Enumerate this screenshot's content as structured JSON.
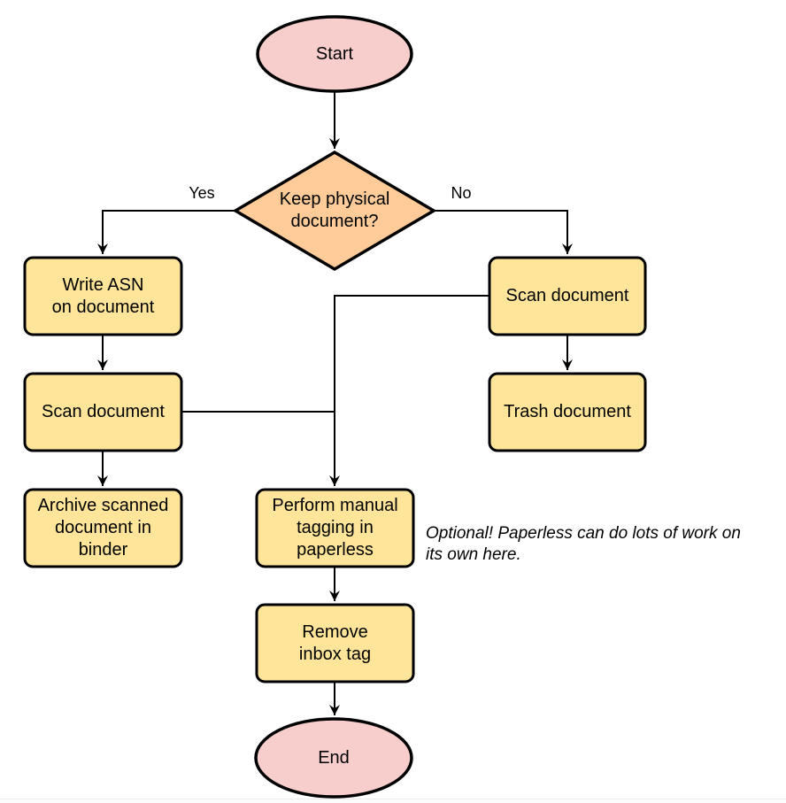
{
  "diagram": {
    "type": "flowchart",
    "nodes": {
      "start": {
        "label": "Start",
        "shape": "ellipse"
      },
      "decision": {
        "label": "Keep physical\ndocument?",
        "shape": "diamond"
      },
      "write_asn": {
        "label": "Write ASN\non document",
        "shape": "process"
      },
      "scan_left": {
        "label": "Scan document",
        "shape": "process"
      },
      "archive": {
        "label": "Archive scanned\ndocument in\nbinder",
        "shape": "process"
      },
      "scan_right": {
        "label": "Scan document",
        "shape": "process"
      },
      "trash": {
        "label": "Trash document",
        "shape": "process"
      },
      "tagging": {
        "label": "Perform manual\ntagging in\npaperless",
        "shape": "process"
      },
      "remove_inbox": {
        "label": "Remove\ninbox tag",
        "shape": "process"
      },
      "end": {
        "label": "End",
        "shape": "ellipse"
      }
    },
    "edge_labels": {
      "yes": "Yes",
      "no": "No"
    },
    "edges": [
      {
        "from": "start",
        "to": "decision",
        "label": ""
      },
      {
        "from": "decision",
        "to": "write_asn",
        "label": "Yes"
      },
      {
        "from": "decision",
        "to": "scan_right",
        "label": "No"
      },
      {
        "from": "write_asn",
        "to": "scan_left",
        "label": ""
      },
      {
        "from": "scan_left",
        "to": "archive",
        "label": ""
      },
      {
        "from": "scan_left",
        "to": "tagging",
        "label": ""
      },
      {
        "from": "scan_right",
        "to": "trash",
        "label": ""
      },
      {
        "from": "scan_right",
        "to": "tagging",
        "label": ""
      },
      {
        "from": "tagging",
        "to": "remove_inbox",
        "label": ""
      },
      {
        "from": "remove_inbox",
        "to": "end",
        "label": ""
      }
    ],
    "annotation": "Optional! Paperless can do lots of work on\nits own here.",
    "colors": {
      "terminal_fill": "#F8CECC",
      "decision_fill": "#FFCC99",
      "process_fill": "#FFE599",
      "stroke": "#000000",
      "line": "#000000"
    }
  }
}
